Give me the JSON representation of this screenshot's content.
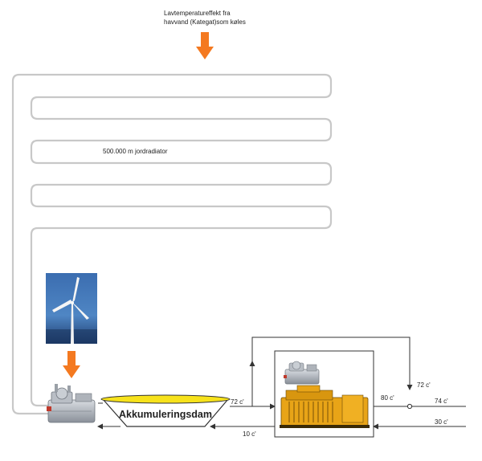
{
  "top_note": {
    "line1": "Lavtemperatureffekt fra",
    "line2": "havvand (Kategat)som køles"
  },
  "radiator_label": "500.000 m jordradiator",
  "pond_label": "Akkumuleringsdam",
  "temperatures": {
    "pond_out": "72 c'",
    "pond_in": "10 c'",
    "plant_out": "80 c'",
    "return_right": "72 c'",
    "line_out": "74 c'",
    "line_in": "30 c'"
  },
  "colors": {
    "arrow_orange": "#f47920",
    "pond_yellow": "#f7e21b",
    "pipe_gray": "#c8c8c8",
    "generator_yellow": "#e8a417",
    "sky_blue": "#2f5e9c"
  }
}
